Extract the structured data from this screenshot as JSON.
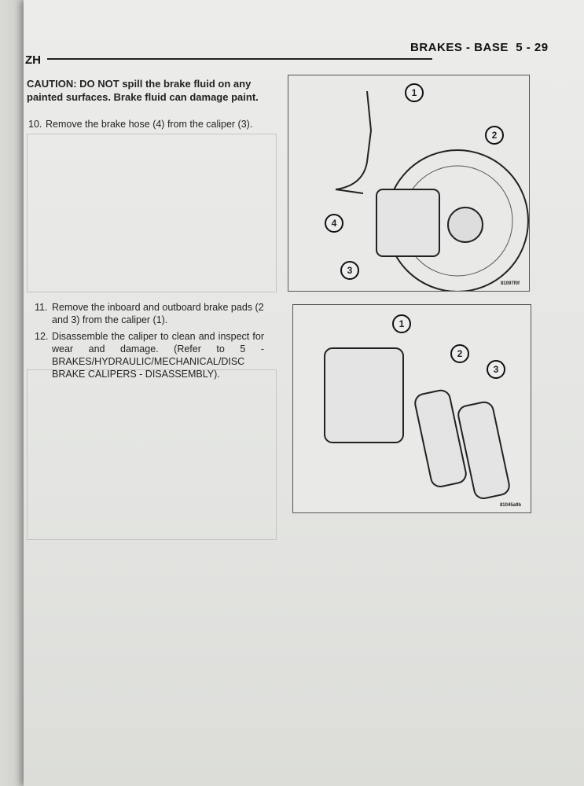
{
  "header": {
    "section_code": "ZH",
    "title": "BRAKES - BASE",
    "page_number": "5 - 29"
  },
  "caution": "CAUTION: DO NOT spill the brake fluid on any painted surfaces. Brake fluid can damage paint.",
  "steps": [
    {
      "num": "10.",
      "text": "Remove the brake hose (4) from the caliper (3)."
    },
    {
      "num": "11.",
      "text": "Remove the inboard and outboard brake pads (2 and 3) from the caliper (1)."
    },
    {
      "num": "12.",
      "text": "Disassemble the caliper to clean and inspect for wear and damage. (Refer to 5 - BRAKES/HYDRAULIC/MECHANICAL/DISC BRAKE CALIPERS - DISASSEMBLY)."
    }
  ],
  "figures": [
    {
      "id": "81097f0f",
      "callouts": [
        "1",
        "2",
        "3",
        "4"
      ]
    },
    {
      "id": "81045a9b",
      "callouts": [
        "1",
        "2",
        "3"
      ]
    }
  ]
}
